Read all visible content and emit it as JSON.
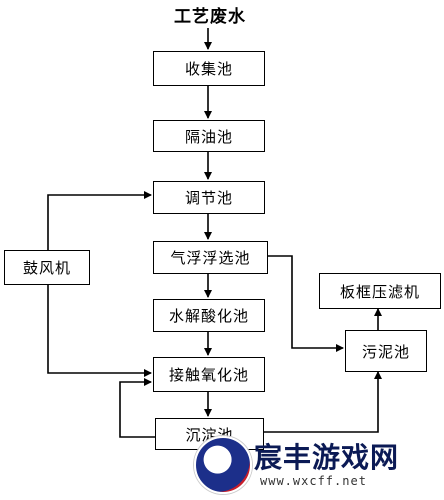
{
  "diagram": {
    "title": "工艺废水",
    "boxes": {
      "collect": "收集池",
      "oil_sep": "隔油池",
      "adjust": "调节池",
      "air_float": "气浮浮选池",
      "hydrolysis": "水解酸化池",
      "contact_ox": "接触氧化池",
      "settle": "沉淀池",
      "blower": "鼓风机",
      "sludge": "污泥池",
      "filter_press": "板框压滤机"
    }
  },
  "watermark": {
    "name": "宸丰游戏网",
    "url": "www.wxcff.net"
  }
}
